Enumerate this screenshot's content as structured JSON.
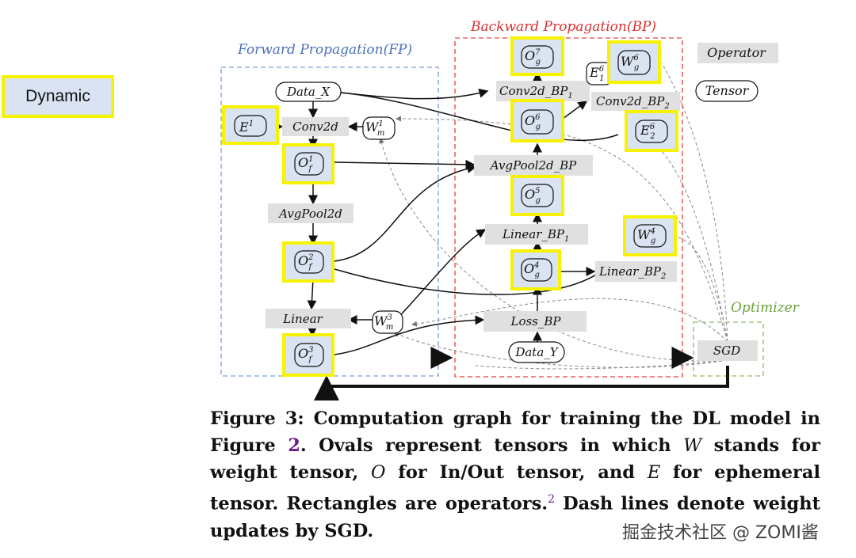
{
  "legend_box": {
    "label": "Dynamic"
  },
  "regions": {
    "fp": "Forward Propagation(FP)",
    "bp": "Backward Propagation(BP)",
    "opt": "Optimizer"
  },
  "key": {
    "operator": "Operator",
    "tensor": "Tensor"
  },
  "operators": {
    "conv2d": "Conv2d",
    "avgpool2d": "AvgPool2d",
    "linear": "Linear",
    "conv2d_bp1": "Conv2d_BP",
    "conv2d_bp2": "Conv2d_BP",
    "avgpool2d_bp": "AvgPool2d_BP",
    "linear_bp1": "Linear_BP",
    "linear_bp2": "Linear_BP",
    "loss_bp": "Loss_BP",
    "sgd": "SGD"
  },
  "operator_subscripts": {
    "conv2d_bp1": "1",
    "conv2d_bp2": "2",
    "linear_bp1": "1",
    "linear_bp2": "2"
  },
  "tensors": {
    "data_x": "Data_X",
    "data_y": "Data_Y",
    "e1": {
      "base": "E",
      "sup": "1",
      "sub": ""
    },
    "wm1": {
      "base": "W",
      "sup": "1",
      "sub": "m"
    },
    "of1": {
      "base": "O",
      "sup": "1",
      "sub": "f"
    },
    "of2": {
      "base": "O",
      "sup": "2",
      "sub": "f"
    },
    "of3": {
      "base": "O",
      "sup": "3",
      "sub": "f"
    },
    "wm3": {
      "base": "W",
      "sup": "3",
      "sub": "m"
    },
    "og7": {
      "base": "O",
      "sup": "7",
      "sub": "g"
    },
    "e16": {
      "base": "E",
      "sup": "6",
      "sub": "1"
    },
    "wg6": {
      "base": "W",
      "sup": "6",
      "sub": "g"
    },
    "og6": {
      "base": "O",
      "sup": "6",
      "sub": "g"
    },
    "e26": {
      "base": "E",
      "sup": "6",
      "sub": "2"
    },
    "og5": {
      "base": "O",
      "sup": "5",
      "sub": "g"
    },
    "wg4": {
      "base": "W",
      "sup": "4",
      "sub": "g"
    },
    "og4": {
      "base": "O",
      "sup": "4",
      "sub": "g"
    }
  },
  "caption": {
    "fig_label": "Figure 3:",
    "part1": " Computation graph for training the DL model in Figure ",
    "fig_ref": "2",
    "part2": ". Ovals represent tensors in which ",
    "w": "W",
    "part3": " stands for weight tensor, ",
    "o": "O",
    "part4": " for In/Out tensor, and ",
    "e": "E",
    "part5": " for ephemeral tensor. Rectangles are operators.",
    "footnote": "2",
    "part6": " Dash lines denote weight updates by SGD."
  },
  "watermark": "掘金技术社区 @ ZOMI酱",
  "colors": {
    "dynamic_fill": "#d9e3f1",
    "highlight": "#f7f200",
    "operator_fill": "#e0e0e0",
    "fp_border": "#7a9fd6",
    "bp_border": "#e84040",
    "opt_border": "#8fbf5a",
    "fp_text": "#4a70b8",
    "bp_text": "#d93030",
    "opt_text": "#6aa33a",
    "ref_color": "#6a1e86"
  }
}
